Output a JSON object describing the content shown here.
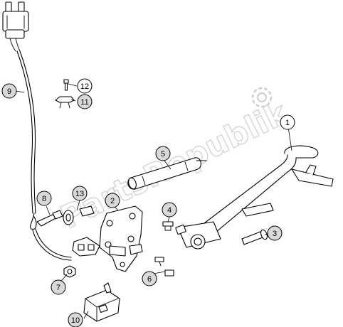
{
  "watermark": {
    "text": "PartsRepublik",
    "color": "#cfcfcf"
  },
  "colors": {
    "line": "#000000",
    "background": "#ffffff",
    "callout_fill_main": "#d9d9d9",
    "callout_fill_alt": "#ffffff"
  },
  "callouts": [
    {
      "id": "1",
      "label": "1"
    },
    {
      "id": "2",
      "label": "2"
    },
    {
      "id": "3",
      "label": "3"
    },
    {
      "id": "4",
      "label": "4"
    },
    {
      "id": "5",
      "label": "5"
    },
    {
      "id": "6",
      "label": "6"
    },
    {
      "id": "7",
      "label": "7"
    },
    {
      "id": "8",
      "label": "8"
    },
    {
      "id": "9",
      "label": "9"
    },
    {
      "id": "10",
      "label": "10"
    },
    {
      "id": "11",
      "label": "11"
    },
    {
      "id": "12",
      "label": "12"
    },
    {
      "id": "13",
      "label": "13"
    }
  ]
}
